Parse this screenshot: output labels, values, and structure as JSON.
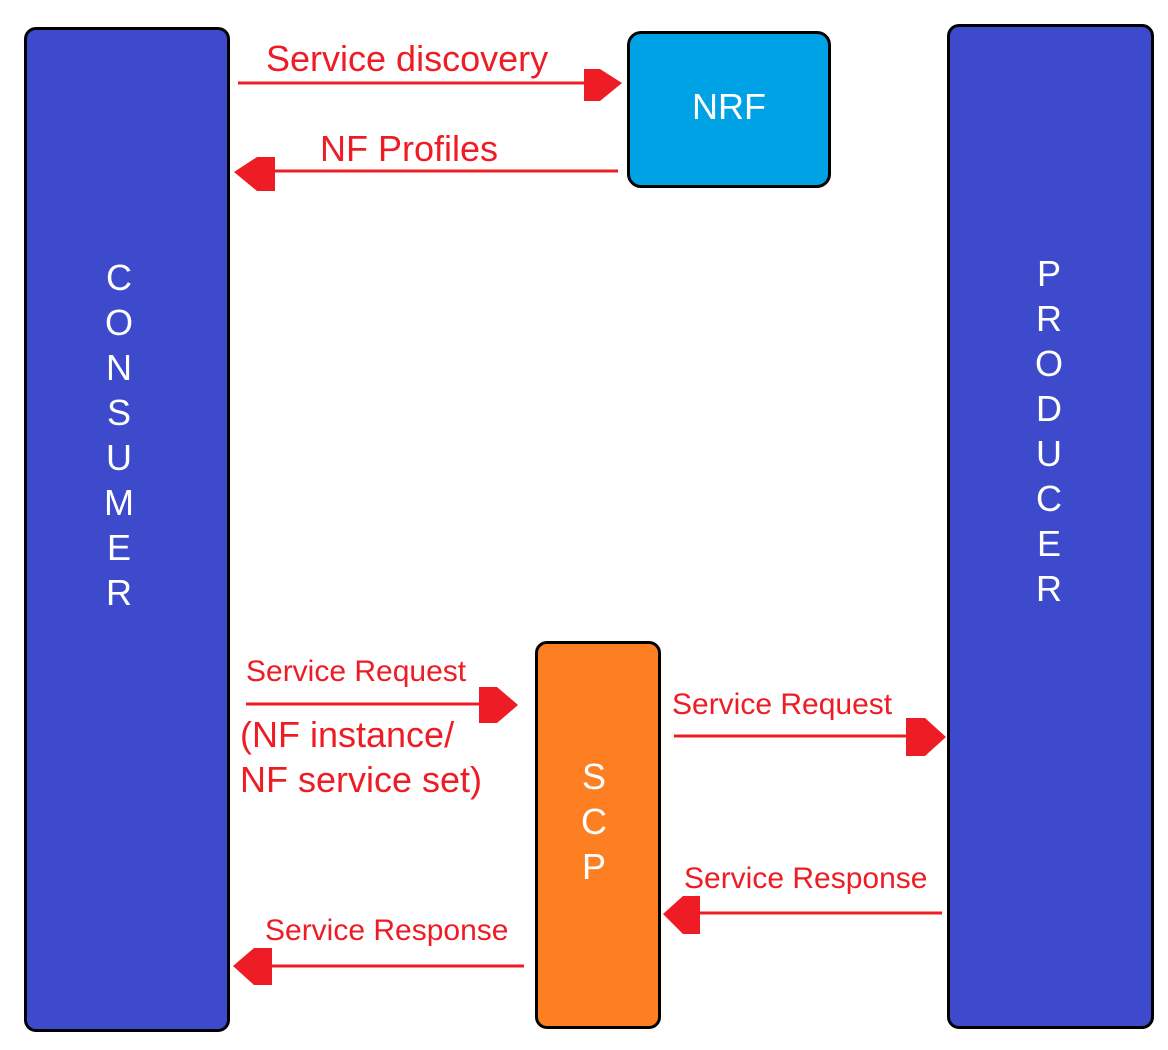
{
  "colors": {
    "consumer": "#3e4acc",
    "producer": "#3e4acc",
    "nrf": "#00a2e6",
    "scp": "#fd7f22",
    "arrow": "#ee1c24",
    "label_text": "#ffffff"
  },
  "nodes": {
    "consumer": {
      "label_letters": [
        "C",
        "O",
        "N",
        "S",
        "U",
        "M",
        "E",
        "R"
      ]
    },
    "producer": {
      "label_letters": [
        "P",
        "R",
        "O",
        "D",
        "U",
        "C",
        "E",
        "R"
      ]
    },
    "nrf": {
      "label": "NRF"
    },
    "scp": {
      "label_letters": [
        "S",
        "C",
        "P"
      ]
    }
  },
  "messages": {
    "service_discovery": "Service discovery",
    "nf_profiles": "NF Profiles",
    "service_request_1": "Service Request",
    "service_request_1_detail_line1": "(NF instance/",
    "service_request_1_detail_line2": "NF service set)",
    "service_request_2": "Service Request",
    "service_response_1": "Service Response",
    "service_response_2": "Service Response"
  }
}
